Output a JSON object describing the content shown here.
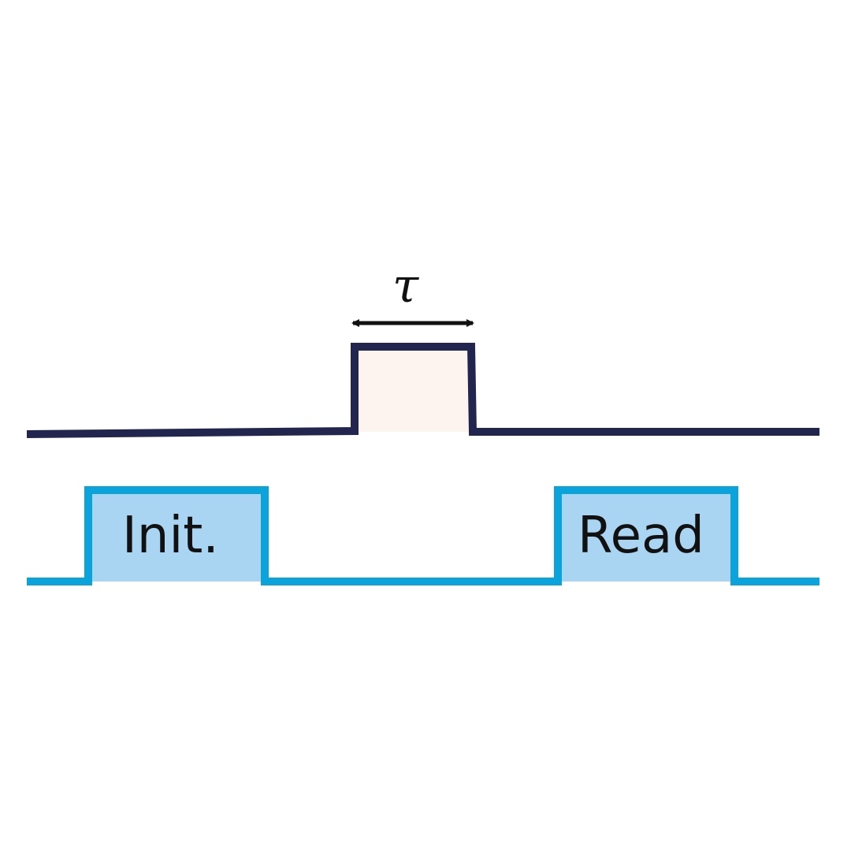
{
  "tau_label": "τ",
  "init_label": "Init.",
  "read_label": "Read",
  "colors": {
    "pulse_line": "#22264f",
    "pulse_fill": "#fdf3ef",
    "laser_line": "#0aa3dc",
    "laser_fill": "#a9d4f2",
    "arrow": "#111111"
  }
}
